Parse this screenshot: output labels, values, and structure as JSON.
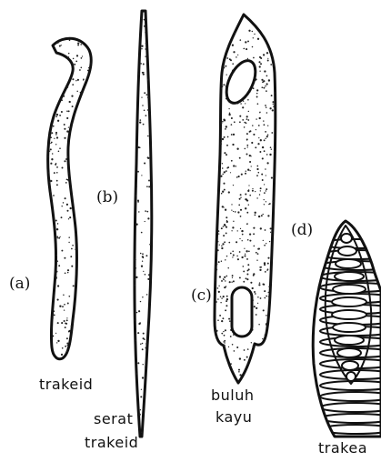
{
  "labels": {
    "a": "(a)",
    "b": "(b)",
    "c": "(c)",
    "d": "(d)"
  },
  "captions": {
    "a": "trakeid",
    "b_line1": "serat",
    "b_line2": "trakeid",
    "c_line1": "buluh",
    "c_line2": "kayu",
    "d": "trakea"
  },
  "colors": {
    "ink": "#111111",
    "background": "#ffffff"
  }
}
